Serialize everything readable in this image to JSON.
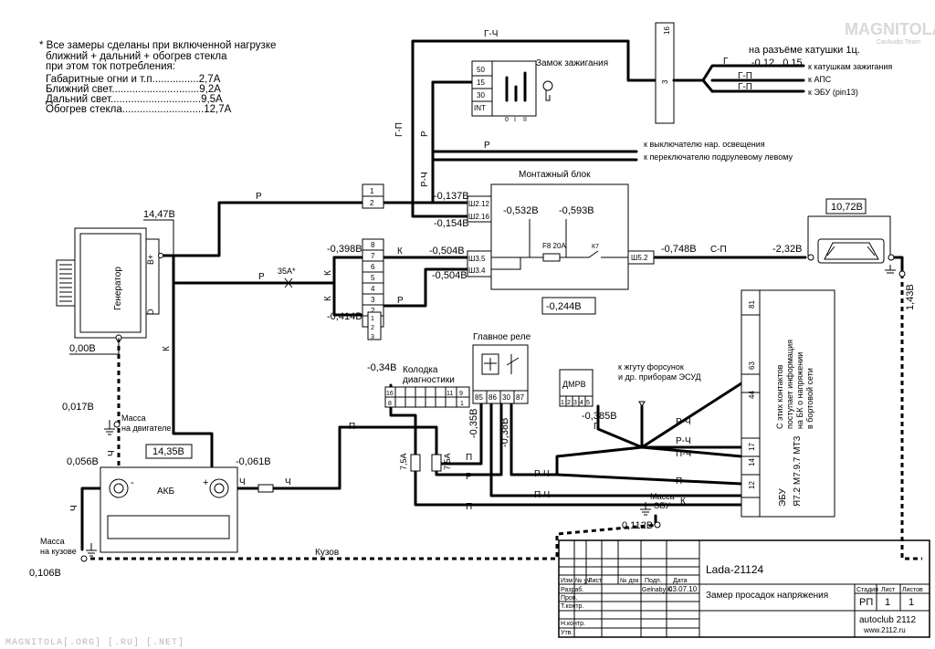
{
  "logo": {
    "main": "MAGNITOLA",
    "sub": "CarAudio Team"
  },
  "watermark": "MAGNITOLA[.ORG] [.RU] [.NET]",
  "notes": {
    "title": "* Все замеры сделаны при включенной нагрузке",
    "line2": "ближний + дальний + обогрев стекла",
    "line3": "при этом ток потребления:",
    "items": [
      "Габаритные огни и т.п................2,7А",
      "Ближний свет..............................9,2А",
      "Дальний свет...............................9,5А",
      "Обогрев стекла............................12,7А"
    ]
  },
  "ignition": {
    "title": "Замок зажигания",
    "pins": [
      "50",
      "15",
      "30",
      "INT"
    ],
    "positions": [
      "0",
      "I",
      "II"
    ]
  },
  "coil": {
    "title": "на разъёме катушки 1ц.",
    "value": "-0,12...0,15",
    "wire_g": "Г",
    "wire_gp1": "Г-П",
    "wire_gp2": "Г-П",
    "dest1": "к катушкам зажигания",
    "dest2": "к АПС",
    "dest3": "к ЭБУ (pin13)",
    "connector_top": "16",
    "connector_mid": "3"
  },
  "wires": {
    "g_ch": "Г-Ч",
    "g_p": "Г-П",
    "r1": "Р",
    "r2": "Р",
    "r3": "Р",
    "r4": "Р",
    "r_ch": "Р-Ч",
    "k1": "К",
    "k2": "К",
    "k3": "К",
    "k4": "К",
    "p1": "П",
    "p2": "П",
    "p3": "П",
    "p4": "П",
    "p5": "П",
    "p6": "П",
    "ch1": "Ч",
    "ch2": "Ч",
    "ch3": "Ч",
    "ch4": "Ч",
    "s_p": "С-П",
    "r_ch2": "Р-Ч",
    "r_ch3": "Р-Ч",
    "r_ch4": "Р-Ч",
    "p_ch1": "П-Ч",
    "p_ch2": "П-Ч",
    "r5": "Р",
    "r6": "Р",
    "k5": "К",
    "kuzov": "Кузов"
  },
  "dest": {
    "lights": "к выключателю нар. освещения",
    "stalk": "к переключателю подрулевому левому",
    "injectors1": "к жгуту форсунок",
    "injectors2": "и др. приборам ЭСУД"
  },
  "mount_block": {
    "title": "Монтажный блок",
    "pins": [
      "Ш2.12",
      "Ш2.16",
      "Ш3.5",
      "Ш3.4",
      "Ш5.2"
    ],
    "fuse": "F8 20A",
    "relay": "К7",
    "v1": "-0,137В",
    "v2": "-0,154В",
    "v3": "-0,532В",
    "v4": "-0,593В",
    "v5": "-0,504В",
    "v6": "-0,504В",
    "v7": "-0,748В",
    "v8": "-0,244В"
  },
  "connectors": {
    "c1": [
      "1",
      "2"
    ],
    "c2": [
      "8",
      "7",
      "6",
      "5",
      "4",
      "3",
      "2",
      "1"
    ],
    "c3": [
      "1",
      "2",
      "3"
    ]
  },
  "voltages": {
    "gen": "14,47В",
    "gen_ground": "0,00В",
    "c2_top": "-0,398В",
    "c2_bot": "-0,414В",
    "fuse35": "35А*",
    "heater": "10,72В",
    "heater_in": "-2,32В",
    "right_ground": "1,43В",
    "diag": "-0,34В",
    "relay86": "-0,35В",
    "relay30": "-0,38В",
    "dmrv": "-0,385В",
    "ecu_ground": "0,112В",
    "engine_mass": "0,017В",
    "batt_neg": "0,056В",
    "batt": "14,35В",
    "batt_pos": "-0,061В",
    "body_mass": "0,106В"
  },
  "components": {
    "generator": "Генератор",
    "gen_bplus": "В+",
    "gen_d": "D",
    "diag_title1": "Колодка",
    "diag_title2": "диагностики",
    "diag_pins": [
      "16",
      "11",
      "9",
      "8",
      "1"
    ],
    "main_relay": "Главное реле",
    "relay_pins": [
      "85",
      "86",
      "30",
      "87"
    ],
    "dmrv": "ДМРВ",
    "dmrv_pins": [
      "1",
      "2",
      "3",
      "4",
      "5"
    ],
    "fuse75a": "7,5А",
    "fuse75b": "7,5А",
    "battery": "АКБ",
    "batt_minus": "-",
    "batt_plus": "+",
    "mass_engine1": "Масса",
    "mass_engine2": "на двигателе",
    "mass_body1": "Масса",
    "mass_body2": "на кузове",
    "mass_ecu1": "Масса",
    "mass_ecu2": "ЭБУ"
  },
  "ecu": {
    "pins": [
      "81",
      "63",
      "44",
      "17",
      "14",
      "12"
    ],
    "note": [
      "С этих контактов",
      "поступает информация",
      "на БК о напряжении",
      "в бортовой сети"
    ],
    "name": [
      "ЭБУ",
      "Я7.2  М7.9.7  МТ3"
    ]
  },
  "title_block": {
    "model": "Lada-21124",
    "title": "Замер просадок напряжения",
    "headers": [
      "Изм",
      "№ уч",
      "Лист",
      "№ док",
      "Подп.",
      "Дата"
    ],
    "rows": [
      "Разраб.",
      "Пров.",
      "Т.контр.",
      "",
      "Н.контр.",
      "Утв."
    ],
    "author": "Gelnaby K",
    "date": "03.07.10",
    "stage_h": "Стадия",
    "sheet_h": "Лист",
    "sheets_h": "Листов",
    "stage": "РП",
    "sheet": "1",
    "sheets": "1",
    "club": "autoclub 2112",
    "site": "www.2112.ru"
  }
}
